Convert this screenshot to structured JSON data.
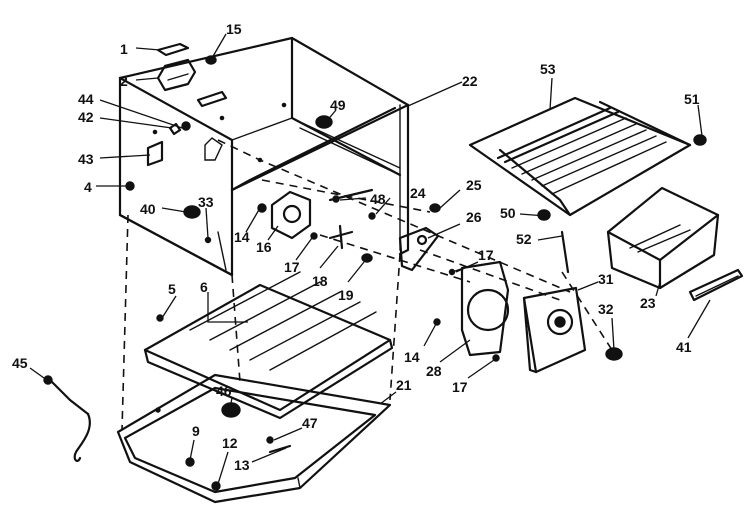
{
  "callouts": [
    {
      "id": "p1",
      "label": "1"
    },
    {
      "id": "p2",
      "label": "2"
    },
    {
      "id": "p15",
      "label": "15"
    },
    {
      "id": "p44",
      "label": "44"
    },
    {
      "id": "p42",
      "label": "42"
    },
    {
      "id": "p43",
      "label": "43"
    },
    {
      "id": "p4",
      "label": "4"
    },
    {
      "id": "p40",
      "label": "40"
    },
    {
      "id": "p33",
      "label": "33"
    },
    {
      "id": "p49",
      "label": "49"
    },
    {
      "id": "p22",
      "label": "22"
    },
    {
      "id": "p53",
      "label": "53"
    },
    {
      "id": "p51",
      "label": "51"
    },
    {
      "id": "p14a",
      "label": "14"
    },
    {
      "id": "p16",
      "label": "16"
    },
    {
      "id": "p17a",
      "label": "17"
    },
    {
      "id": "p18",
      "label": "18"
    },
    {
      "id": "p19",
      "label": "19"
    },
    {
      "id": "p48",
      "label": "48"
    },
    {
      "id": "p24",
      "label": "24"
    },
    {
      "id": "p25",
      "label": "25"
    },
    {
      "id": "p26",
      "label": "26"
    },
    {
      "id": "p50",
      "label": "50"
    },
    {
      "id": "p52",
      "label": "52"
    },
    {
      "id": "p17b",
      "label": "17"
    },
    {
      "id": "p5",
      "label": "5"
    },
    {
      "id": "p6",
      "label": "6"
    },
    {
      "id": "p31",
      "label": "31"
    },
    {
      "id": "p32",
      "label": "32"
    },
    {
      "id": "p23",
      "label": "23"
    },
    {
      "id": "p41",
      "label": "41"
    },
    {
      "id": "p14b",
      "label": "14"
    },
    {
      "id": "p28",
      "label": "28"
    },
    {
      "id": "p17c",
      "label": "17"
    },
    {
      "id": "p45",
      "label": "45"
    },
    {
      "id": "p46",
      "label": "46"
    },
    {
      "id": "p21",
      "label": "21"
    },
    {
      "id": "p47",
      "label": "47"
    },
    {
      "id": "p9",
      "label": "9"
    },
    {
      "id": "p12",
      "label": "12"
    },
    {
      "id": "p13",
      "label": "13"
    }
  ]
}
